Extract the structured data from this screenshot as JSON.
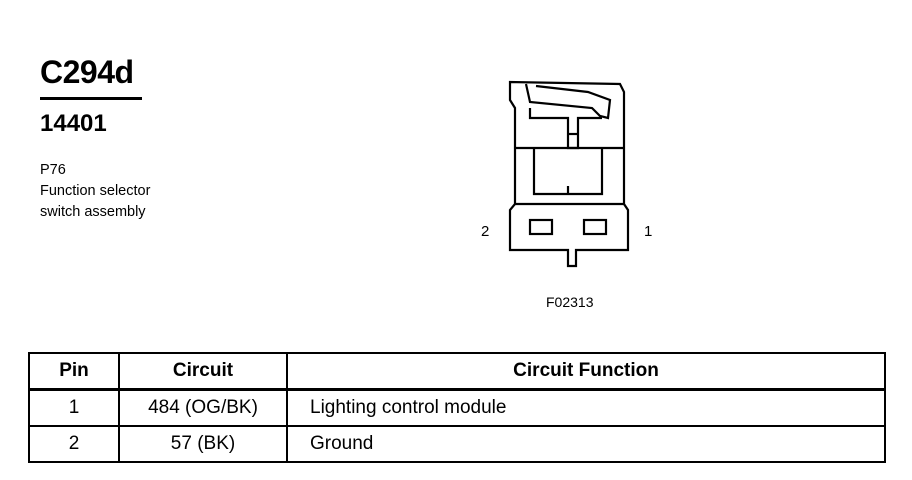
{
  "header": {
    "connector_id": "C294d",
    "part_number": "14401",
    "location_code": "P76",
    "description_line1": "Function selector",
    "description_line2": "switch assembly"
  },
  "diagram": {
    "pin_left_label": "2",
    "pin_right_label": "1",
    "figure_number": "F02313"
  },
  "table": {
    "headers": [
      "Pin",
      "Circuit",
      "Circuit Function"
    ],
    "rows": [
      {
        "pin": "1",
        "circuit": "484 (OG/BK)",
        "function": "Lighting control module"
      },
      {
        "pin": "2",
        "circuit": "57 (BK)",
        "function": "Ground"
      }
    ]
  }
}
